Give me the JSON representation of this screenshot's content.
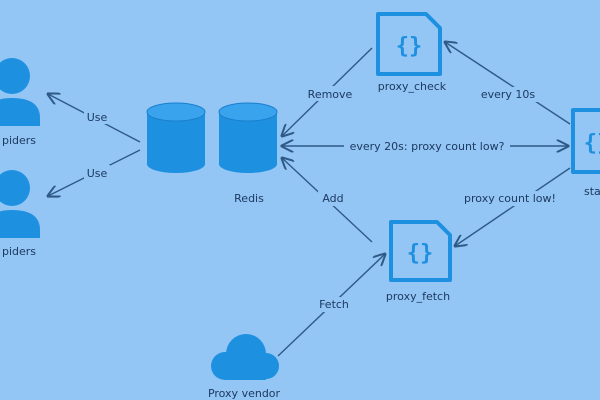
{
  "nodes": {
    "spiders_1": "piders",
    "spiders_2": "piders",
    "redis": "Redis",
    "proxy_check": "proxy_check",
    "proxy_fetch": "proxy_fetch",
    "start": "sta",
    "proxy_vendor": "Proxy vendor"
  },
  "edges": {
    "use_1": "Use",
    "use_2": "Use",
    "remove": "Remove",
    "add": "Add",
    "every_10s": "every 10s",
    "every_20s": "every 20s: proxy count low?",
    "proxy_count_low": "proxy count low!",
    "fetch": "Fetch"
  },
  "file_icon_glyph": "{}",
  "colors": {
    "background": "#93c5f5",
    "icon_blue": "#1e90e0",
    "line": "#2f5a86",
    "text": "#1d3a60"
  }
}
